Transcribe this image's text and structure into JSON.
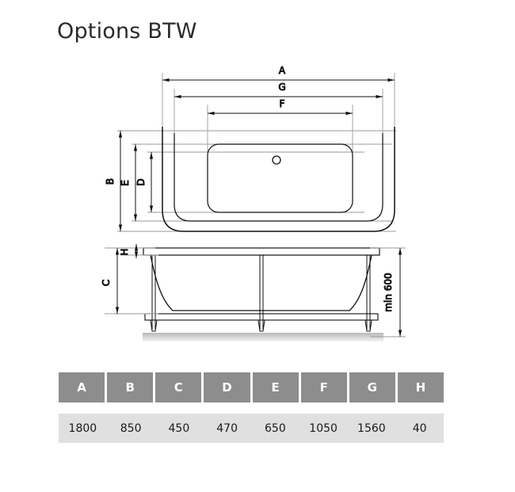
{
  "title": "Options BTW",
  "drawing": {
    "plan_view": {
      "name": "plan-view",
      "horizontal_dimensions": [
        {
          "key": "A",
          "label": "A"
        },
        {
          "key": "G",
          "label": "G"
        },
        {
          "key": "F",
          "label": "F"
        }
      ],
      "vertical_dimensions": [
        {
          "key": "B",
          "label": "B"
        },
        {
          "key": "E",
          "label": "E"
        },
        {
          "key": "D",
          "label": "D"
        }
      ],
      "waste_outlet_icon": "circle-outlet-icon"
    },
    "elevation_view": {
      "name": "front-elevation-view",
      "vertical_dimensions": [
        {
          "key": "C",
          "label": "C"
        },
        {
          "key": "H",
          "label": "H"
        }
      ],
      "clearance_note": "min 600"
    }
  },
  "table": {
    "headers": [
      "A",
      "B",
      "C",
      "D",
      "E",
      "F",
      "G",
      "H"
    ],
    "values": [
      "1800",
      "850",
      "450",
      "470",
      "650",
      "1050",
      "1560",
      "40"
    ]
  },
  "colors": {
    "header_bg": "#8d8d8d",
    "header_text": "#ffffff",
    "value_bg": "#e0e0e0",
    "line": "#111111",
    "floor": "#c8c8c8"
  }
}
